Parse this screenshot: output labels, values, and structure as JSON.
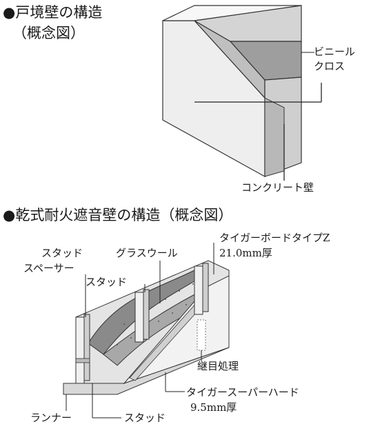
{
  "section1": {
    "heading": "●戸境壁の構造",
    "subheading": "（概念図）",
    "labels": {
      "vinyl_line1": "ビニール",
      "vinyl_line2": "クロス",
      "concrete": "コンクリート壁"
    }
  },
  "section2": {
    "heading": "●乾式耐火遮音壁の構造（概念図）",
    "labels": {
      "stud_line1": "スタッド",
      "stud_line2": "スペーサー",
      "glasswool": "グラスウール",
      "board_z_line1": "タイガーボードタイプZ",
      "board_z_line2": "21.0mm厚",
      "stud_upper": "スタッド",
      "joint": "継目処理",
      "superhard_line1": "タイガースーパーハード",
      "superhard_line2": "9.5mm厚",
      "runner": "ランナー",
      "stud_lower": "スタッド"
    }
  }
}
